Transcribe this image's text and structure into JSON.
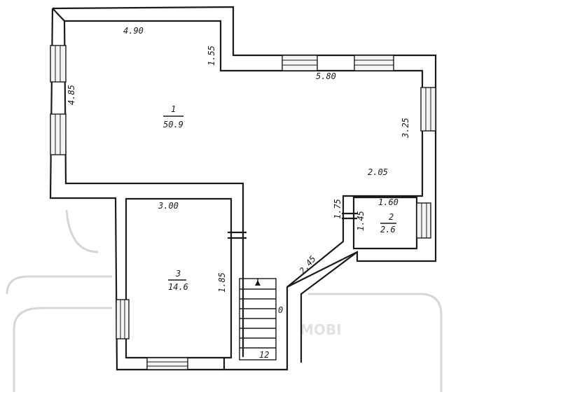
{
  "plan": {
    "dimensions": {
      "top_left_width": "4.90",
      "notch_height": "1.55",
      "top_right_width": "5.80",
      "left_height": "4.85",
      "right_height": "3.25",
      "right_lower_width": "2.05",
      "room2_wall": "1.75",
      "room2_width": "1.60",
      "room2_height": "1.45",
      "diagonal": "2.45",
      "room3_width": "3.00",
      "room3_height": "1.85"
    },
    "rooms": [
      {
        "number": "1",
        "area": "50.9"
      },
      {
        "number": "2",
        "area": "2.6"
      },
      {
        "number": "3",
        "area": "14.6"
      }
    ],
    "stair": {
      "label_side": "0",
      "label_bottom": "12"
    },
    "watermark": "MOBI"
  }
}
